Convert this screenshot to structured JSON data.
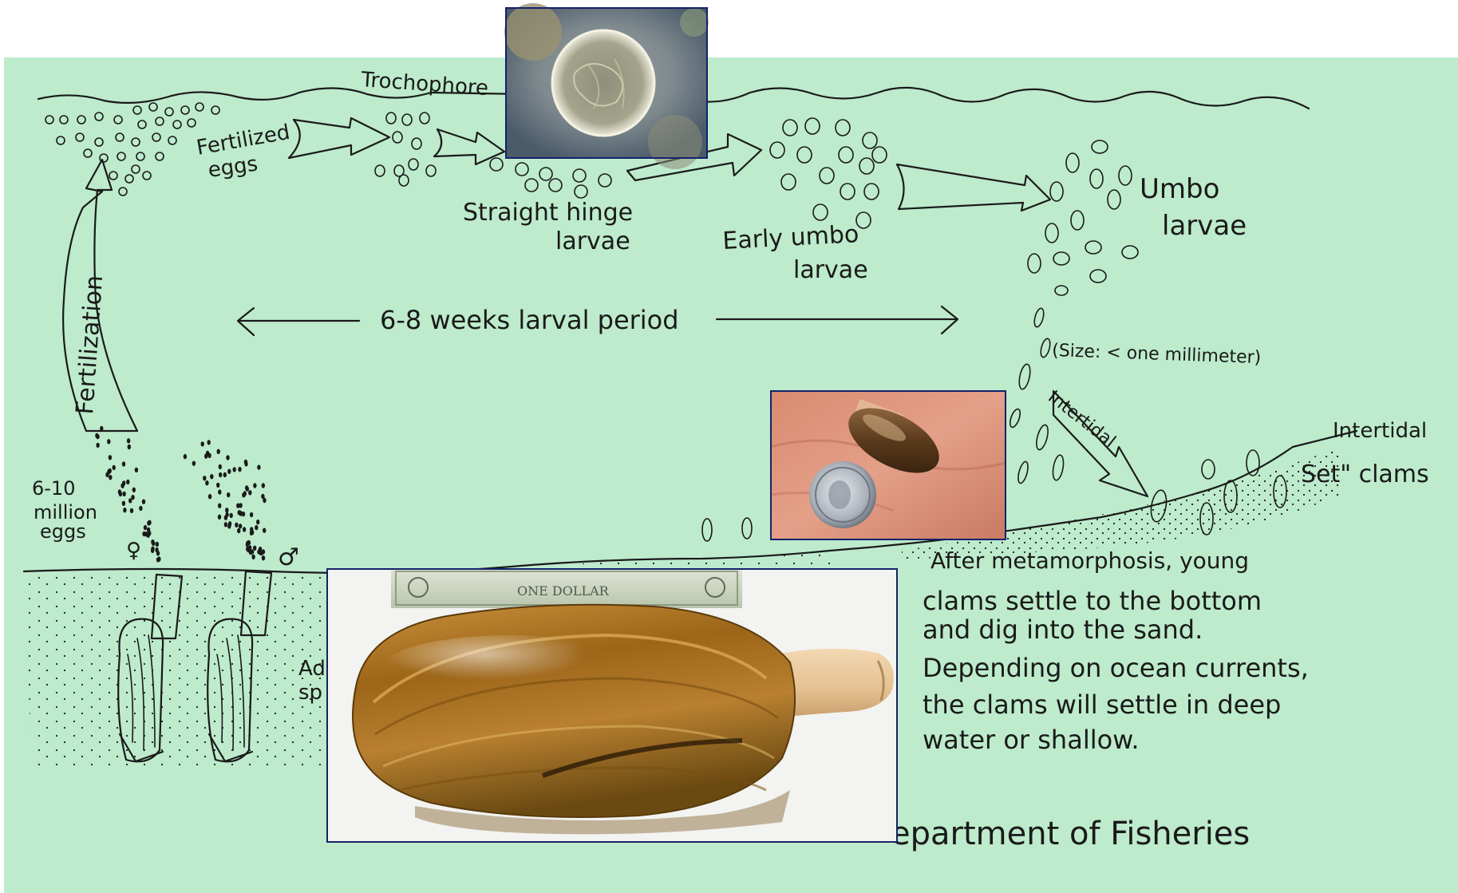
{
  "colors": {
    "paper": "#bdebcc",
    "ink": "#1a1a1a",
    "frame": "#14216b"
  },
  "labels": {
    "trochophore": "Trochophore",
    "fertilized": "Fertilized",
    "eggs": "eggs",
    "straight_hinge": "Straight hinge",
    "straight_hinge_larvae": "larvae",
    "early_umbo": "Early umbo",
    "early_umbo_larvae": "larvae",
    "umbo": "Umbo",
    "umbo_larvae": "larvae",
    "period": "6-8 weeks larval period",
    "size": "(Size: < one millimeter)",
    "fertilization": "Fertilization",
    "million_1": "6-10",
    "million_2": "million",
    "million_3": "eggs",
    "female": "♀",
    "male": "♂",
    "adult_1": "Ad",
    "adult_2": "sp",
    "intertidal_arrow": "Intertidal",
    "intertidal_1": "Intertidal",
    "intertidal_2": "Set\" clams",
    "meta_1": "After metamorphosis, young",
    "meta_2": "clams settle to the bottom",
    "meta_3": "and dig into the sand.",
    "meta_4": "Depending on ocean currents,",
    "meta_5": "the clams will settle in deep",
    "meta_6": "water or shallow.",
    "credit": "epartment of Fisheries"
  },
  "photos": {
    "trochophore_photo": "trochophore-micrograph",
    "juvenile_photo": "juvenile-clam-with-dime",
    "adult_photo": "adult-geoduck-clam",
    "dollar_text": "ONE DOLLAR"
  }
}
